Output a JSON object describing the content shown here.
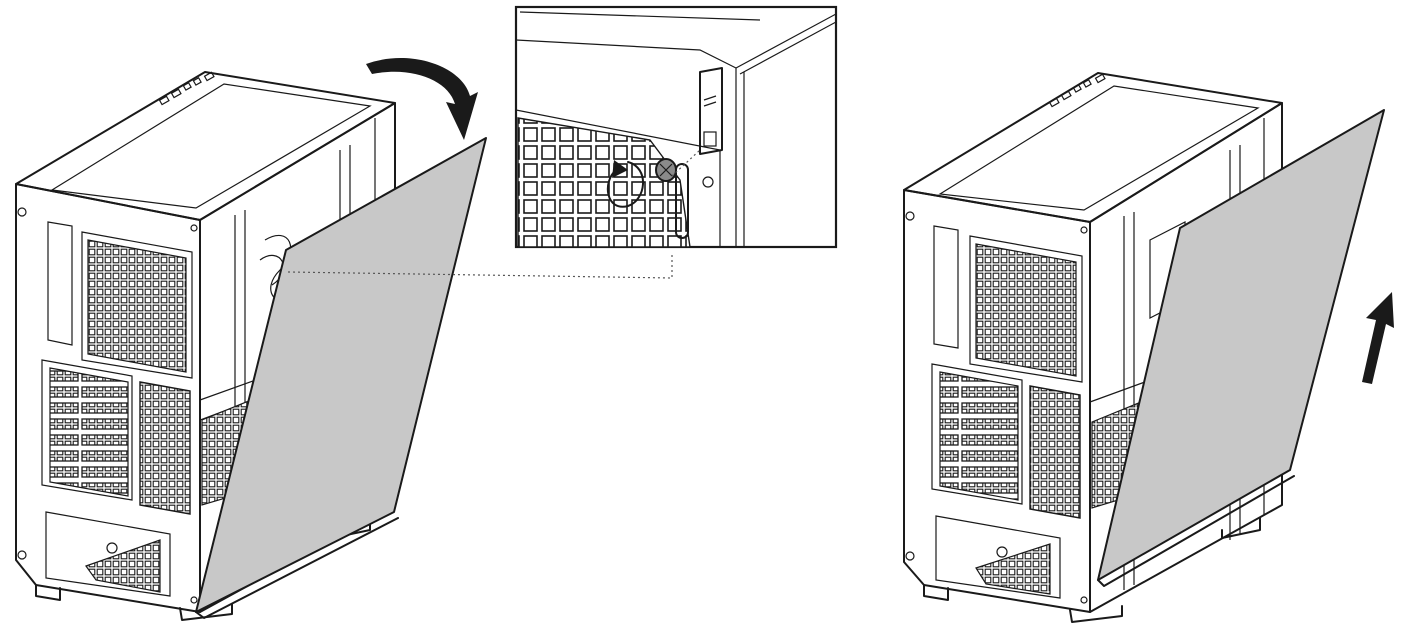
{
  "figure": {
    "steps": [
      {
        "id": "step-1",
        "action": "swing-side-panel-out",
        "arrow": "curved"
      },
      {
        "id": "step-2",
        "action": "lift-side-panel-up",
        "arrow": "straight-up"
      }
    ],
    "detail_callout": {
      "subject": "thumbscrew",
      "rotation": "counter-clockwise"
    }
  },
  "colors": {
    "line": "#1a1a1a",
    "panel_fill": "#c8c8c8",
    "screw_fill": "#8a8a8a",
    "background": "#ffffff"
  }
}
